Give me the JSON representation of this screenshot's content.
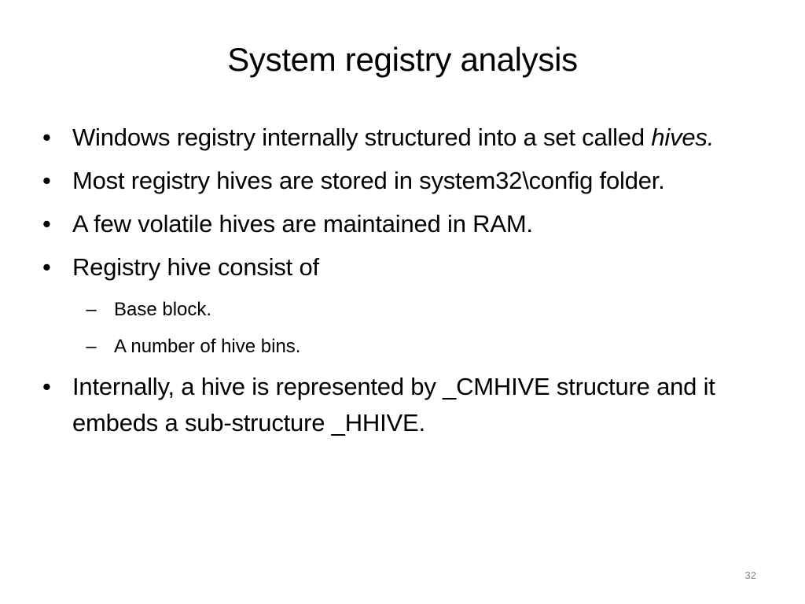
{
  "slide": {
    "title": "System registry analysis",
    "bullets": [
      {
        "text": "Windows registry internally structured into a set called ",
        "emphasis": "hives."
      },
      {
        "text": "Most registry hives are stored in system32\\config folder."
      },
      {
        "text": "A few volatile hives are maintained in RAM."
      },
      {
        "text": "Registry hive consist of"
      }
    ],
    "sub_bullets": [
      {
        "text": " Base block."
      },
      {
        "text": "A number of hive bins."
      }
    ],
    "last_bullet": {
      "text": "Internally, a hive is represented by _CMHIVE structure and it embeds a sub-structure _HHIVE."
    },
    "bullet_marker": "•",
    "sub_bullet_marker": "–",
    "page_number": "32"
  }
}
